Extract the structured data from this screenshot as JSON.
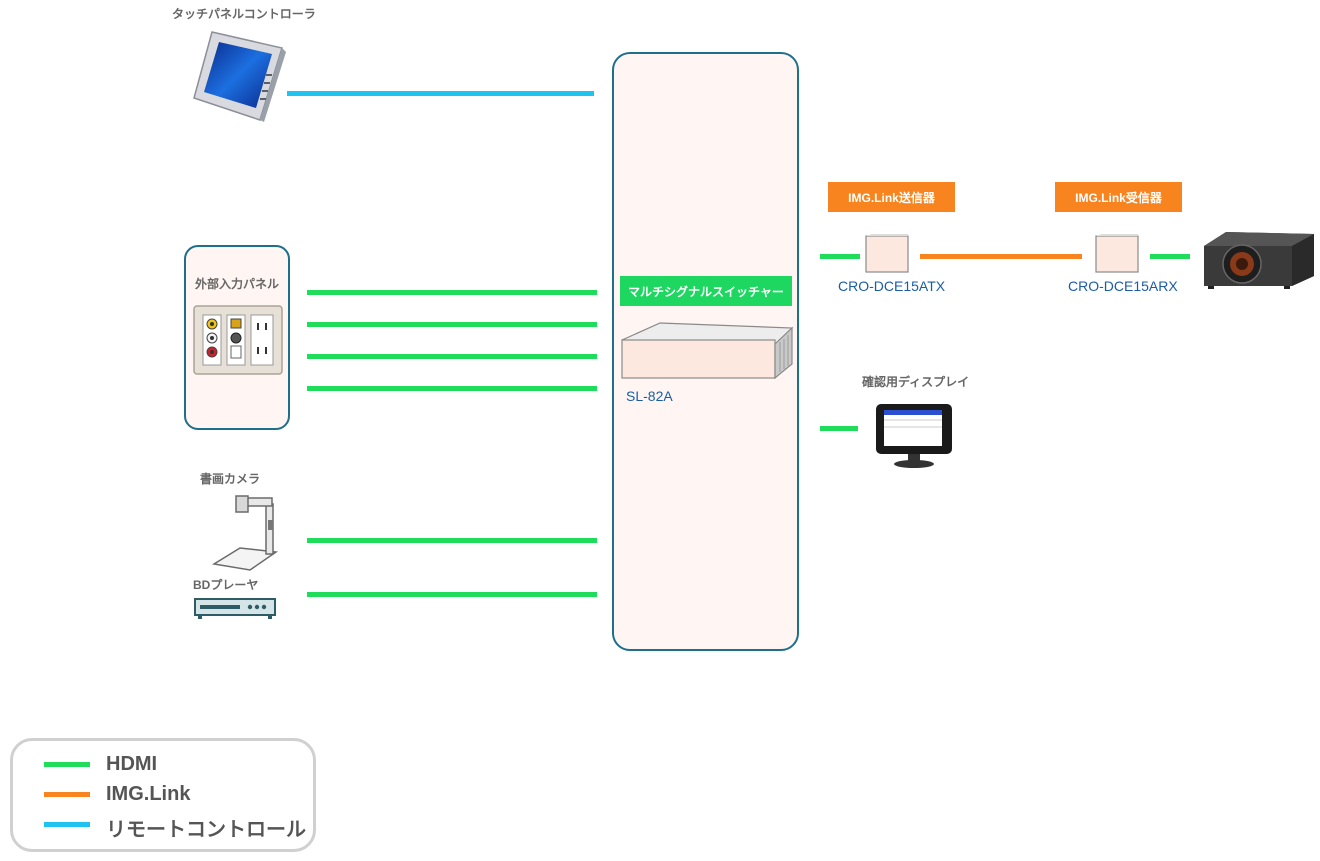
{
  "devices": {
    "touch_panel": "タッチパネルコントローラ",
    "input_panel": "外部入力パネル",
    "doc_camera": "書画カメラ",
    "bd_player": "BDプレーヤ",
    "display": "確認用ディスプレイ"
  },
  "switcher": {
    "badge": "マルチシグナルスイッチャー",
    "model": "SL-82A"
  },
  "transmitter": {
    "badge": "IMG.Link送信器",
    "model": "CRO-DCE15ATX"
  },
  "receiver": {
    "badge": "IMG.Link受信器",
    "model": "CRO-DCE15ARX"
  },
  "legend": {
    "items": [
      "HDMI",
      "IMG.Link",
      "リモートコントロール"
    ]
  },
  "colors": {
    "hdmi": "#1fdc5a",
    "img_link": "#f7841e",
    "remote": "#1ec3f0",
    "container_border": "#1f6f8b",
    "container_fill": "#fff6f3"
  }
}
